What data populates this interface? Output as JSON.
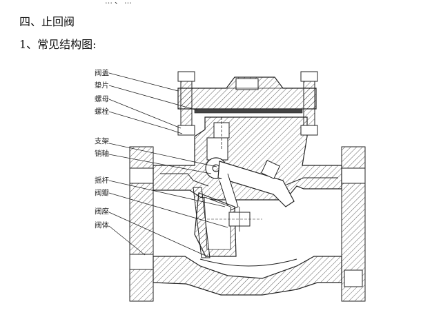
{
  "document": {
    "top_fragment": "…、…",
    "section_title": "四、止回阀",
    "subsection_title": "1、常见结构图:"
  },
  "diagram": {
    "labels": [
      "阀盖",
      "垫片",
      "螺母",
      "螺栓",
      "支架",
      "销轴",
      "摇杆",
      "阀瓣",
      "阀座",
      "阀体"
    ]
  }
}
